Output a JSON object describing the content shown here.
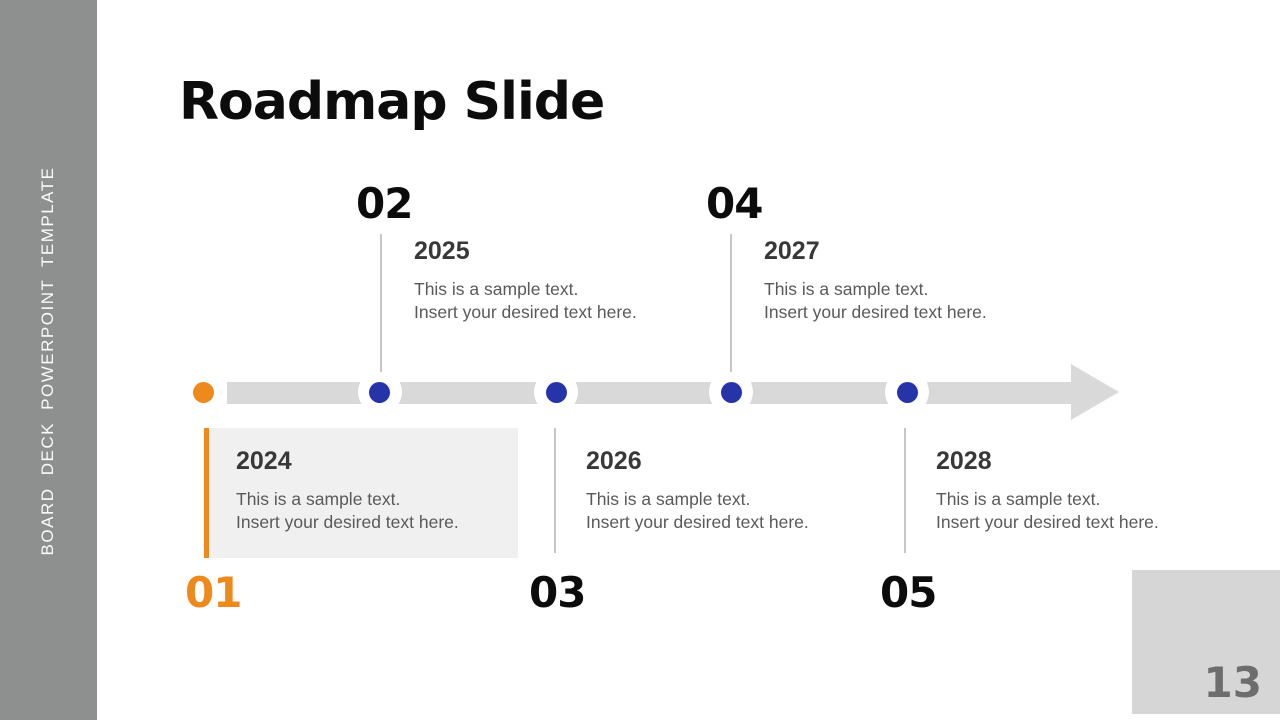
{
  "slide": {
    "title": "Roadmap Slide",
    "sidebar_text": "BOARD DECK POWERPOINT TEMPLATE",
    "page_number": "13"
  },
  "colors": {
    "accent_orange": "#EE8A1C",
    "accent_blue": "#2634A9",
    "sidebar_gray": "#8E9090",
    "timeline_gray": "#D9D9D9",
    "highlight_card_bg": "#F0F0F0",
    "page_box_gray": "#D6D6D6",
    "year_heading": "#383838",
    "body_text": "#595959"
  },
  "milestones": [
    {
      "number": "01",
      "year": "2024",
      "text_line1": "This is a sample text.",
      "text_line2": "Insert your desired text here.",
      "position": "below",
      "highlighted": true,
      "dot_color": "orange"
    },
    {
      "number": "02",
      "year": "2025",
      "text_line1": "This is a sample text.",
      "text_line2": "Insert your desired text here.",
      "position": "above",
      "highlighted": false,
      "dot_color": "blue"
    },
    {
      "number": "03",
      "year": "2026",
      "text_line1": "This is a sample text.",
      "text_line2": "Insert your desired text here.",
      "position": "below",
      "highlighted": false,
      "dot_color": "blue"
    },
    {
      "number": "04",
      "year": "2027",
      "text_line1": "This is a sample text.",
      "text_line2": "Insert your desired text here.",
      "position": "above",
      "highlighted": false,
      "dot_color": "blue"
    },
    {
      "number": "05",
      "year": "2028",
      "text_line1": "This is a sample text.",
      "text_line2": "Insert your desired text here.",
      "position": "below",
      "highlighted": false,
      "dot_color": "blue"
    }
  ]
}
